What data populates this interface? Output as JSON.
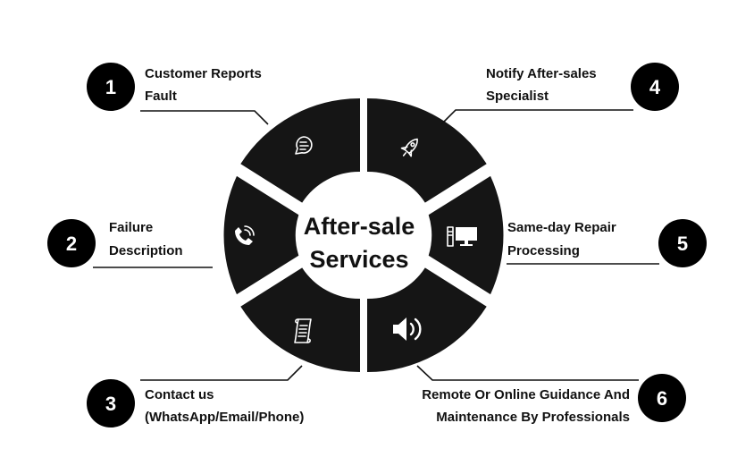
{
  "center": {
    "line1": "After-sale",
    "line2": "Services"
  },
  "steps": [
    {
      "number": "1",
      "line1": "Customer Reports",
      "line2": "Fault",
      "icon": "chat-bubble-icon"
    },
    {
      "number": "2",
      "line1": "Failure",
      "line2": "Description",
      "icon": "phone-call-icon"
    },
    {
      "number": "3",
      "line1": "Contact us",
      "line2": "(WhatsApp/Email/Phone)",
      "icon": "scroll-icon"
    },
    {
      "number": "4",
      "line1": "Notify After-sales",
      "line2": "Specialist",
      "icon": "rocket-icon"
    },
    {
      "number": "5",
      "line1": "Same-day Repair",
      "line2": "Processing",
      "icon": "desktop-computer-icon"
    },
    {
      "number": "6",
      "line1": "Remote Or Online Guidance And",
      "line2": "Maintenance By Professionals",
      "icon": "speaker-icon"
    }
  ],
  "colors": {
    "segment": "#151515",
    "text": "#111111",
    "background": "#ffffff"
  }
}
